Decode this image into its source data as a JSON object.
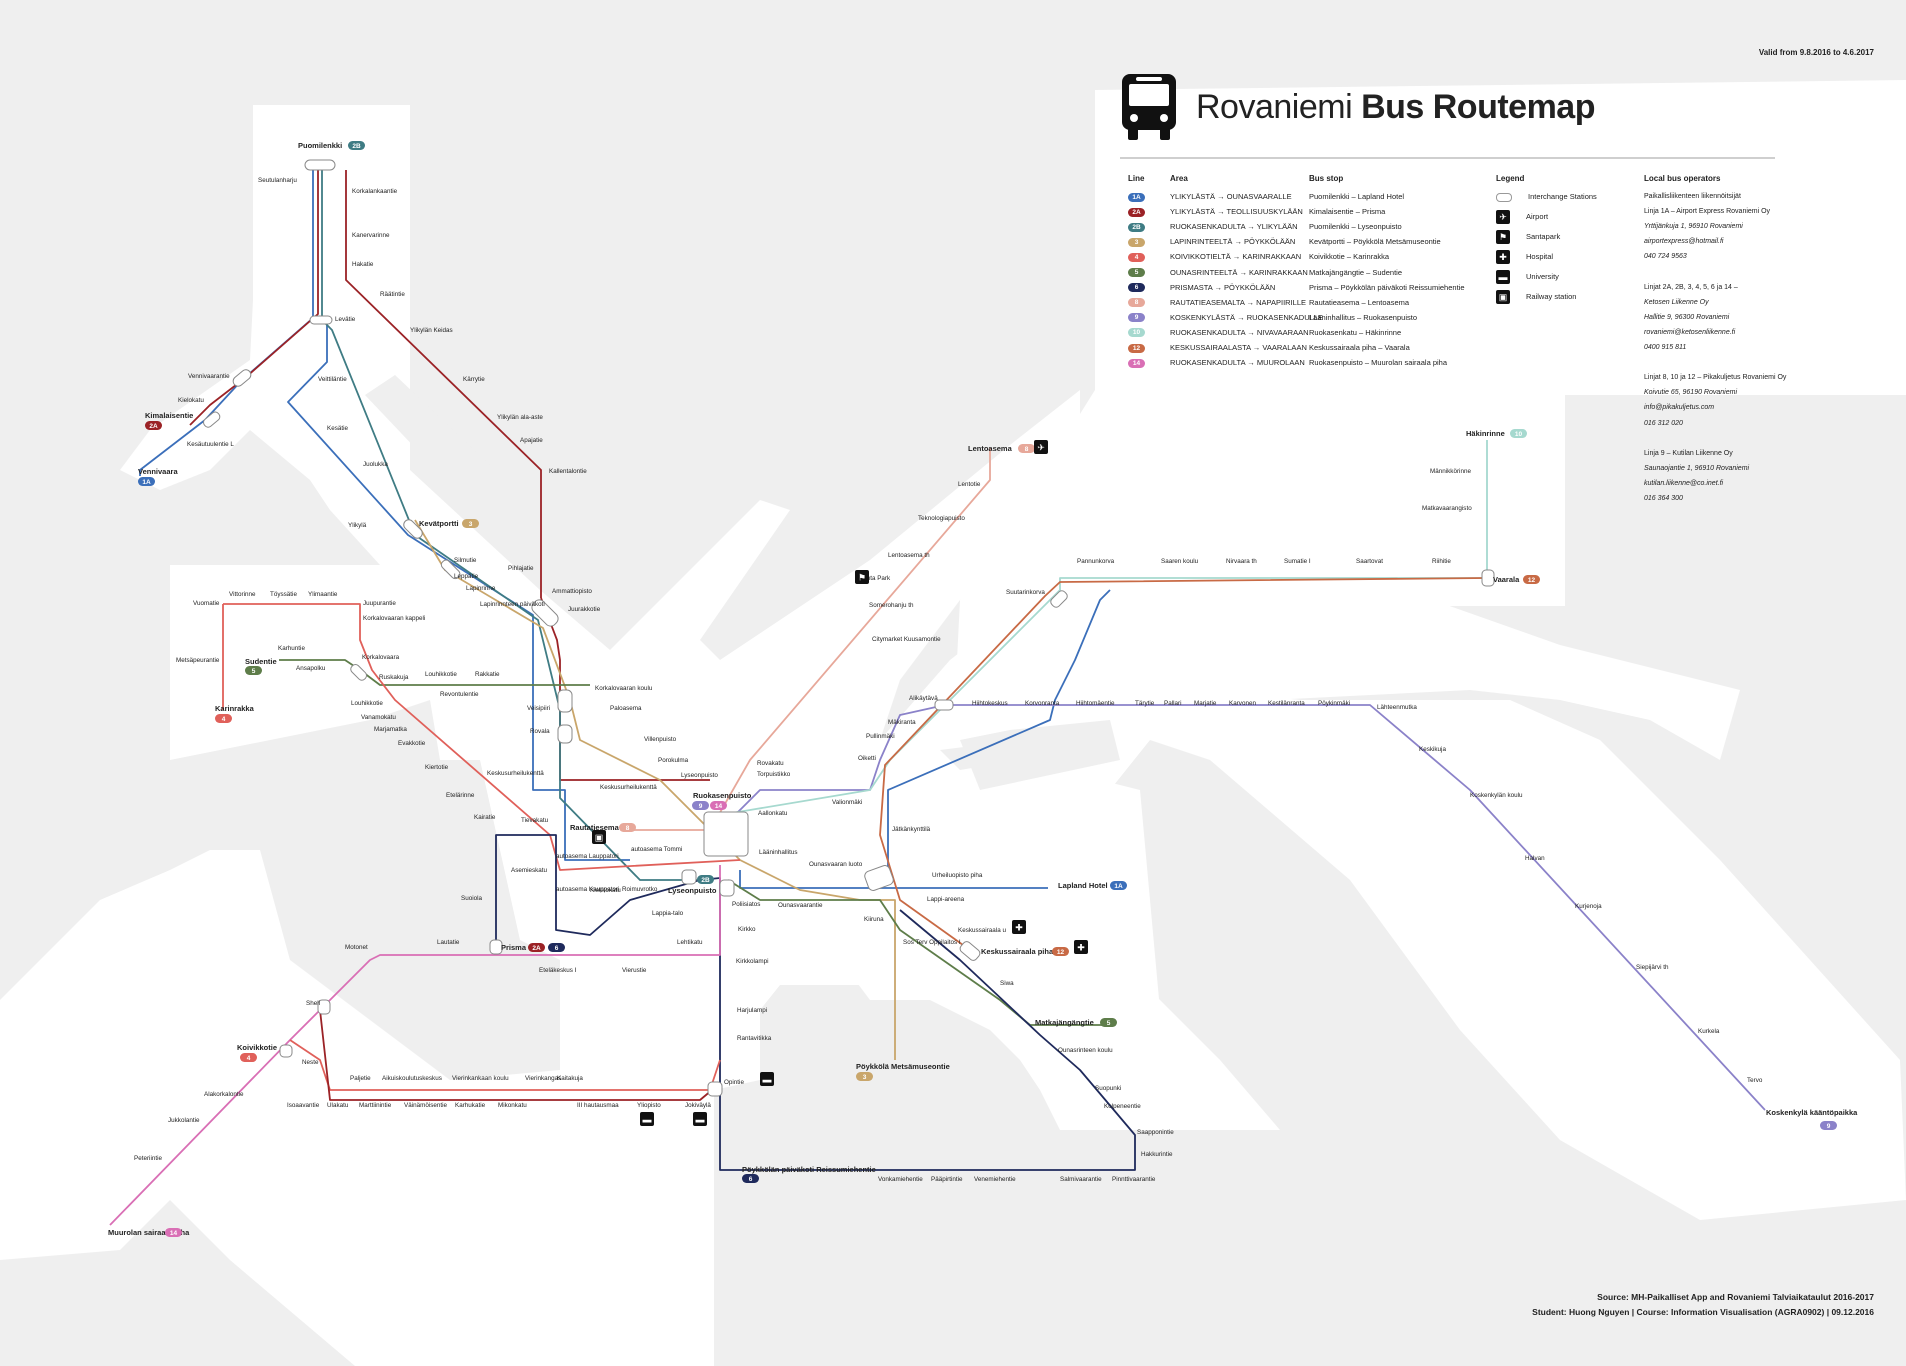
{
  "validity": "Valid from 9.8.2016 to 4.6.2017",
  "title": {
    "prefix": "Rovaniemi",
    "bold": "Bus Routemap"
  },
  "legend": {
    "headers": {
      "line": "Line",
      "area": "Area",
      "stop": "Bus stop",
      "legend": "Legend",
      "ops": "Local bus operators"
    },
    "lines": [
      {
        "id": "1A",
        "color": "#3b6fba",
        "area": "YLIKYLÄSTÄ → OUNASVAARALLE",
        "stops": "Puomilenkki – Lapland Hotel"
      },
      {
        "id": "2A",
        "color": "#9b2226",
        "area": "YLIKYLÄSTÄ → TEOLLISUUSKYLÄÄN",
        "stops": "Kimalaisentie – Prisma"
      },
      {
        "id": "2B",
        "color": "#3f7c84",
        "area": "RUOKASENKADULTA → YLIKYLÄÄN",
        "stops": "Puomilenkki – Lyseonpuisto"
      },
      {
        "id": "3",
        "color": "#c9a66b",
        "area": "LAPINRINTEELTÄ → PÖYKKÖLÄÄN",
        "stops": "Kevätportti – Pöykkölä Metsämuseontie"
      },
      {
        "id": "4",
        "color": "#e0605a",
        "area": "KOIVIKKOTIELTÄ → KARINRAKKAAN",
        "stops": "Koivikkotie – Karinrakka"
      },
      {
        "id": "5",
        "color": "#5e7d4a",
        "area": "OUNASRINTEELTÄ → KARINRAKKAAN",
        "stops": "Matkajängängtie – Sudentie"
      },
      {
        "id": "6",
        "color": "#1f2a5c",
        "area": "PRISMASTA → PÖYKKÖLÄÄN",
        "stops": "Prisma – Pöykkölän päiväkoti Reissumiehentie"
      },
      {
        "id": "8",
        "color": "#e7a89a",
        "area": "RAUTATIEASEMALTA → NAPAPIIRILLE",
        "stops": "Rautatieasema – Lentoasema"
      },
      {
        "id": "9",
        "color": "#8b82c9",
        "area": "KOSKENKYLÄSTÄ → RUOKASENKADULLE",
        "stops": "Lääninhallitus – Ruokasenpuisto"
      },
      {
        "id": "10",
        "color": "#a6d9cf",
        "area": "RUOKASENKADULTA → NIVAVAARAAN",
        "stops": "Ruokasenkatu – Häkinrinne"
      },
      {
        "id": "12",
        "color": "#c86a45",
        "area": "KESKUSSAIRAALASTA → VAARALAAN",
        "stops": "Keskussairaala piha – Vaarala"
      },
      {
        "id": "14",
        "color": "#d96fb5",
        "area": "RUOKASENKADULTA → MUUROLAAN",
        "stops": "Ruokasenpuisto – Muurolan sairaala piha"
      }
    ],
    "symbols": [
      "Interchange Stations",
      "Airport",
      "Santapark",
      "Hospital",
      "University",
      "Railway station"
    ],
    "operators": [
      "Paikallisliikenteen liikennöitsijät",
      "Linja 1A – Airport Express Rovaniemi Oy",
      "Yrttijänkuja 1, 96910 Rovaniemi",
      "airportexpress@hotmail.fi",
      "040 724 9563",
      "",
      "Linjat 2A, 2B, 3, 4, 5, 6 ja 14 –",
      "Ketosen Liikenne Oy",
      "Hallitie 9, 96300 Rovaniemi",
      "rovaniemi@ketosenliikenne.fi",
      "0400 915 811",
      "",
      "Linjat 8, 10 ja 12 – Pikakuljetus Rovaniemi Oy",
      "Koivutie 65, 96190 Rovaniemi",
      "info@pikakuljetus.com",
      "016 312 020",
      "",
      "Linja 9 – Kutilan Liikenne Oy",
      "Saunaojantie 1, 96910 Rovaniemi",
      "kutilan.liikenne@co.inet.fi",
      "016 364 300"
    ]
  },
  "termini": [
    {
      "name": "Puomilenkki",
      "badges": [
        "2B"
      ]
    },
    {
      "name": "Kimalaisentie",
      "badges": [
        "2A"
      ]
    },
    {
      "name": "Vennivaara",
      "badges": [
        "1A"
      ]
    },
    {
      "name": "Kevätportti",
      "badges": [
        "3"
      ]
    },
    {
      "name": "Sudentie",
      "badges": [
        "5"
      ]
    },
    {
      "name": "Karinrakka",
      "badges": [
        "4"
      ]
    },
    {
      "name": "Lentoasema",
      "badges": [
        "8"
      ]
    },
    {
      "name": "Häkinrinne",
      "badges": [
        "10"
      ]
    },
    {
      "name": "Vaarala",
      "badges": [
        "12"
      ]
    },
    {
      "name": "Rautatiesema",
      "badges": [
        "8"
      ]
    },
    {
      "name": "Ruokasenpuisto",
      "badges": [
        "9",
        "14"
      ]
    },
    {
      "name": "Lyseonpuisto",
      "badges": [
        "2B"
      ]
    },
    {
      "name": "Prisma",
      "badges": [
        "2A",
        "6"
      ]
    },
    {
      "name": "Lapland Hotel",
      "badges": [
        "1A"
      ]
    },
    {
      "name": "Keskussairaala piha",
      "badges": [
        "12"
      ]
    },
    {
      "name": "Matkajängängtie",
      "badges": [
        "5"
      ]
    },
    {
      "name": "Pöykkölä Metsämuseontie",
      "badges": [
        "3"
      ]
    },
    {
      "name": "Koivikkotie",
      "badges": [
        "4"
      ]
    },
    {
      "name": "Pöykkölän päiväkoti Reissumiehentie",
      "badges": [
        "6"
      ]
    },
    {
      "name": "Muurolan sairaala piha",
      "badges": [
        "14"
      ]
    },
    {
      "name": "Koskenkylä kääntöpaikka",
      "badges": [
        "9"
      ]
    }
  ],
  "stops": [
    "Seutulanharju",
    "Korkalankaantie",
    "Kanervarinne",
    "Hakatie",
    "Räätintie",
    "Ylikylän Keidas",
    "Kärrytie",
    "Ylikylän ala-aste",
    "Apajatie",
    "Kallentalontie",
    "Levätie",
    "Veittiläntie",
    "Vennivaarantie",
    "Kielokatu",
    "Kesäutuulentie L",
    "Kesätie",
    "Juolukka",
    "Ylikylä",
    "Silmutie",
    "Leppätie",
    "Pihlajatie",
    "Lapinrinne",
    "Lapinrinnteen päiväkoti",
    "Ammattiopisto",
    "Juurakkotie",
    "Vittorinne",
    "Töyssätie",
    "Ylimaantie",
    "Juupurantie",
    "Korkalovaaran kappeli",
    "Vuomatie",
    "Metsäpeurantie",
    "Karhuntie",
    "Ansapolku",
    "Korkalovaara",
    "Ruskakuja",
    "Louhikkotie",
    "Rakkatie",
    "Revontulentie",
    "Korkalovaaran koulu",
    "Paloasema",
    "Veisipiiri",
    "Rovala",
    "Louhikkotie",
    "Vanamokatu",
    "Marjamatka",
    "Evakkotie",
    "Kiertotie",
    "Keskusurheilukenttä",
    "Etelärinne",
    "Kairatie",
    "Villenpuisto",
    "Porokulma",
    "Lyseonpuisto",
    "Keskusurheilukenttä",
    "Tievakatu",
    "Rovakatu",
    "Torpuistikko",
    "Aallonkatu",
    "autoasema Lauppatori",
    "autoasema Tommi",
    "Asemieskatu",
    "Suoiola",
    "autoasema Kauppatori",
    "Kiekkokatu",
    "Roimuvrotko",
    "Lääninhallitus",
    "Ounasvaaran luoto",
    "Poliisiatos",
    "Ounasvaarantie",
    "Lappia-talo",
    "Lehtikatu",
    "Kirkko",
    "Kirkkolampi",
    "Motonet",
    "Lautatie",
    "Eteläkeskus I",
    "Vierustie",
    "Shell",
    "Neste",
    "Harjulampi",
    "Rantavitikka",
    "Paljetie",
    "Aikuiskoulutuskeskus",
    "Vierinkankaan koulu",
    "Vierinkangas",
    "Kaitakuja",
    "Opintie",
    "Isoaavantie",
    "Ulakatu",
    "Marttiinintie",
    "Väinämöisentie",
    "Karhukatie",
    "Mikonkatu",
    "III hautausmaa",
    "Yliopisto",
    "Jokiväylä",
    "Alakorkalontie",
    "Jukkolantie",
    "Peteriintie",
    "Lentotie",
    "Teknologiapuisto",
    "Lentoasema th",
    "Santa Park",
    "Somerohanju th",
    "Citymarket Kuusamontie",
    "Männikkörinne",
    "Matkavaarangisto",
    "Pannunkorva",
    "Saaren koulu",
    "Nirvaara th",
    "Sumatie I",
    "Saartovat",
    "Riihitie",
    "Suutarinkorva",
    "Alikäytävä",
    "Mäkiranta",
    "Pullinmäki",
    "Oiketti",
    "Valionmäki",
    "Jätkänkynttilä",
    "Hiihtokeskus",
    "Korvonranta",
    "Hiihtomäentie",
    "Tärytie",
    "Pallari",
    "Marjatie",
    "Karvonen",
    "Kestilänranta",
    "Pöykinmäki",
    "Lähteenmutka",
    "Keskikuja",
    "Koskenkylän koulu",
    "Halvan",
    "Kurjenoja",
    "Siepijärvi th",
    "Kurkela",
    "Tervo",
    "Urheiluopisto piha",
    "Lappi-areena",
    "Kiiruna",
    "Keskussairaala u",
    "Sos Terv Oppilaitos I",
    "Siwa",
    "Ounasrinteen koulu",
    "Suopunki",
    "Kolpeneentie",
    "Saapponintie",
    "Hakkurintie",
    "Vonkamiehentie",
    "Pääpirtintie",
    "Venemiehentie",
    "Salmivaarantie",
    "Pinnttivaarantie"
  ],
  "footer": {
    "source": "Source: MH-Paikalliset App  and Rovaniemi Talviaikataulut 2016-2017",
    "credit": "Student: Huong Nguyen | Course: Information Visualisation (AGRA0902) | 09.12.2016"
  }
}
